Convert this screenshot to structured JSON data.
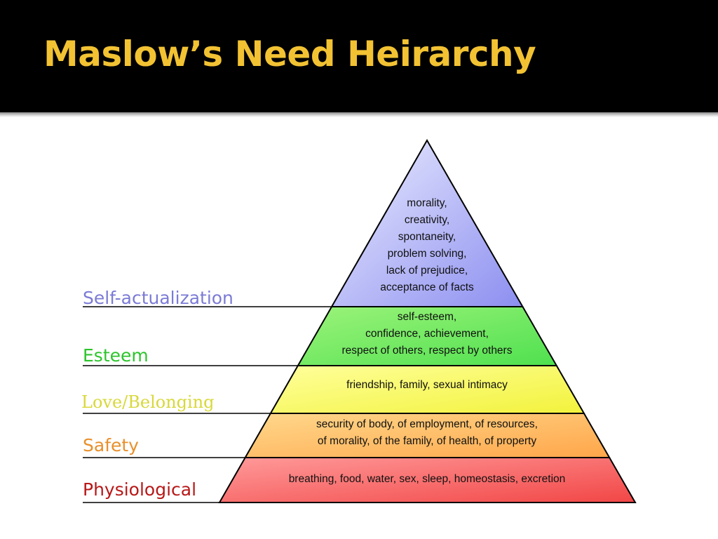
{
  "slide": {
    "title": "Maslow’s Need Heirarchy",
    "title_color": "#f2c233"
  },
  "pyramid": {
    "levels": [
      {
        "name": "Self-actualization",
        "label_color": "#7b7bd6",
        "fill_light": "#eceeff",
        "fill_dark": "#8c8ef0",
        "description": [
          "morality,",
          "creativity,",
          "spontaneity,",
          "problem solving,",
          "lack of prejudice,",
          "acceptance of facts"
        ]
      },
      {
        "name": "Esteem",
        "label_color": "#2cc52c",
        "fill_light": "#9cf37a",
        "fill_dark": "#4fe04f",
        "description": [
          "self-esteem,",
          "confidence, achievement,",
          "respect of others, respect by others"
        ]
      },
      {
        "name": "Love/Belonging",
        "label_color": "#d8d83a",
        "fill_light": "#ffff9c",
        "fill_dark": "#f2f23c",
        "description": [
          "friendship, family, sexual intimacy"
        ]
      },
      {
        "name": "Safety",
        "label_color": "#e8902c",
        "fill_light": "#ffd88c",
        "fill_dark": "#ffa64a",
        "description": [
          "security of body, of employment, of resources,",
          "of morality, of the family, of health, of property"
        ]
      },
      {
        "name": "Physiological",
        "label_color": "#b81818",
        "fill_light": "#ff9a9a",
        "fill_dark": "#f24646",
        "description": [
          "breathing, food, water, sex, sleep, homeostasis, excretion"
        ]
      }
    ]
  }
}
